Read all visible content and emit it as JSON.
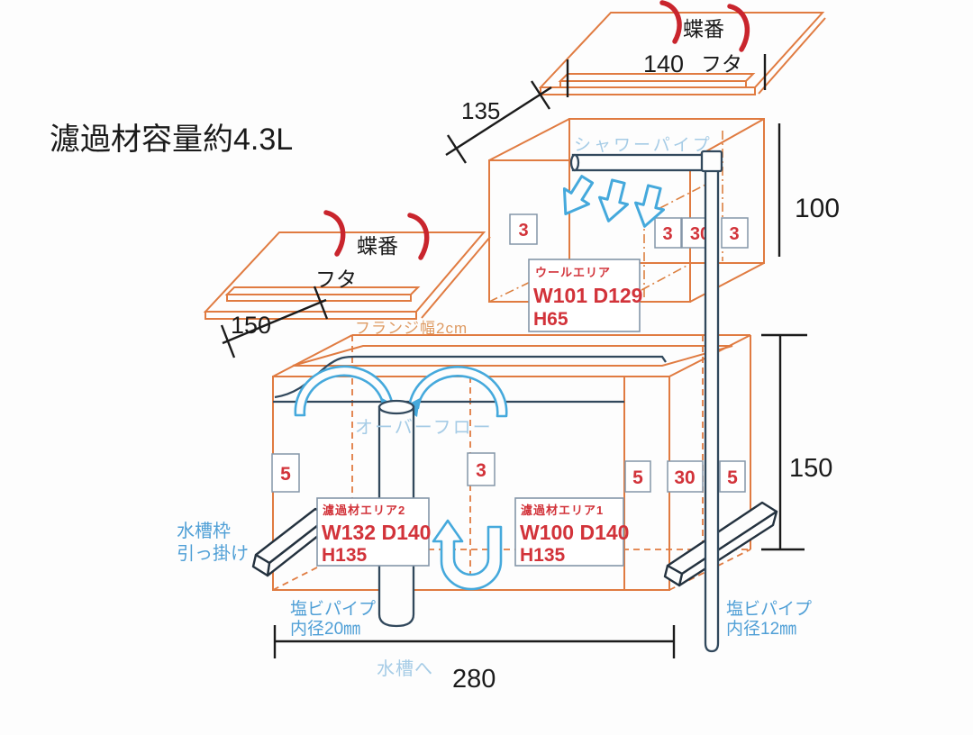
{
  "title": "濾過材容量約4.3L",
  "colors": {
    "line_orange": "#E07B41",
    "hinge_red": "#C9252D",
    "label_red": "#D2333A",
    "pipe_navy": "#31485C",
    "arrow_blue": "#45A9DC",
    "text_light_blue": "#A6CCE6",
    "text_blue": "#4F9FD6",
    "dim_black": "#1b1b1b"
  },
  "top_lid": {
    "hinge": "蝶番",
    "lid": "フタ",
    "dim": "140"
  },
  "mid_lid": {
    "hinge": "蝶番",
    "lid": "フタ",
    "dim": "150",
    "flange": "フランジ幅2cm"
  },
  "upper_box": {
    "shower_pipe": "シャワーパイプ",
    "gaps": [
      "3",
      "3",
      "30",
      "3"
    ],
    "wool": {
      "name": "ウールエリア",
      "wd": "W101 D129",
      "h": "H65"
    }
  },
  "main_box": {
    "overflow": "オーバーフロー",
    "walls": [
      "5",
      "3",
      "5",
      "30",
      "5"
    ],
    "area2": {
      "name": "濾過材エリア2",
      "wd": "W132 D140",
      "h": "H135"
    },
    "area1": {
      "name": "濾過材エリア1",
      "wd": "W100 D140",
      "h": "H135"
    },
    "hook": [
      "水槽枠",
      "引っ掛け"
    ],
    "pvc20": [
      "塩ビパイプ",
      "内径20㎜"
    ],
    "pvc12": [
      "塩ビパイプ",
      "内径12㎜"
    ],
    "to_tank": "水槽へ"
  },
  "dims": {
    "d135": "135",
    "d100": "100",
    "d150": "150",
    "d280": "280"
  }
}
